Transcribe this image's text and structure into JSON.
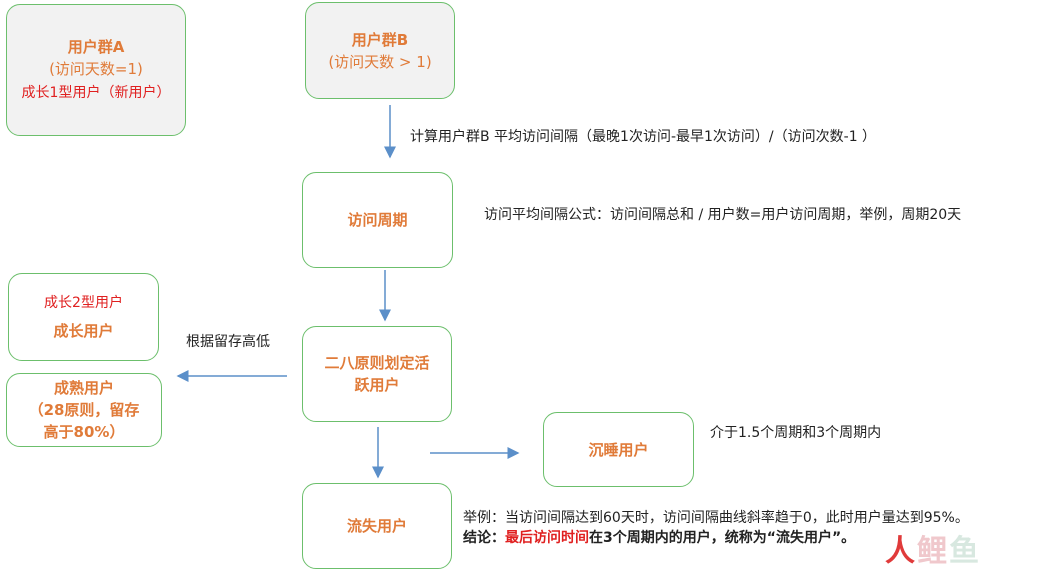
{
  "boxes": {
    "group_a": {
      "title": "用户群A",
      "sub": "(访问天数=1)",
      "extra": "成长1型用户（新用户）"
    },
    "group_b": {
      "title": "用户群B",
      "sub": "(访问天数 > 1)"
    },
    "visit_cycle": {
      "title": "访问周期"
    },
    "pareto": {
      "line1": "二八原则划定活",
      "line2": "跃用户"
    },
    "growth": {
      "sub": "成长2型用户",
      "title": "成长用户"
    },
    "mature": {
      "line1": "成熟用户",
      "line2": "（28原则，留存",
      "line3": "高于80%）"
    },
    "dormant": {
      "title": "沉睡用户"
    },
    "churned": {
      "title": "流失用户"
    }
  },
  "notes": {
    "calc": "计算用户群B 平均访问间隔（最晚1次访问-最早1次访问）/（访问次数-1 ）",
    "formula": "访问平均间隔公式：访问间隔总和 / 用户数=用户访问周期，举例，周期20天",
    "retention": "根据留存高低",
    "dormant_range": "介于1.5个周期和3个周期内",
    "example": "举例：当访问间隔达到60天时，访问间隔曲线斜率趋于0，此时用户量达到95%。",
    "conclusion_prefix": "结论：",
    "conclusion_highlight": "最后访问时间",
    "conclusion_suffix": "在3个周期内的用户，统称为“流失用户”。"
  },
  "watermark": {
    "part1": "人",
    "part2": "鲤",
    "part3": "鱼"
  },
  "colors": {
    "border": "#6cbf6c",
    "title": "#e07b39",
    "highlight": "#e02020",
    "arrow": "#5b8fc9"
  }
}
